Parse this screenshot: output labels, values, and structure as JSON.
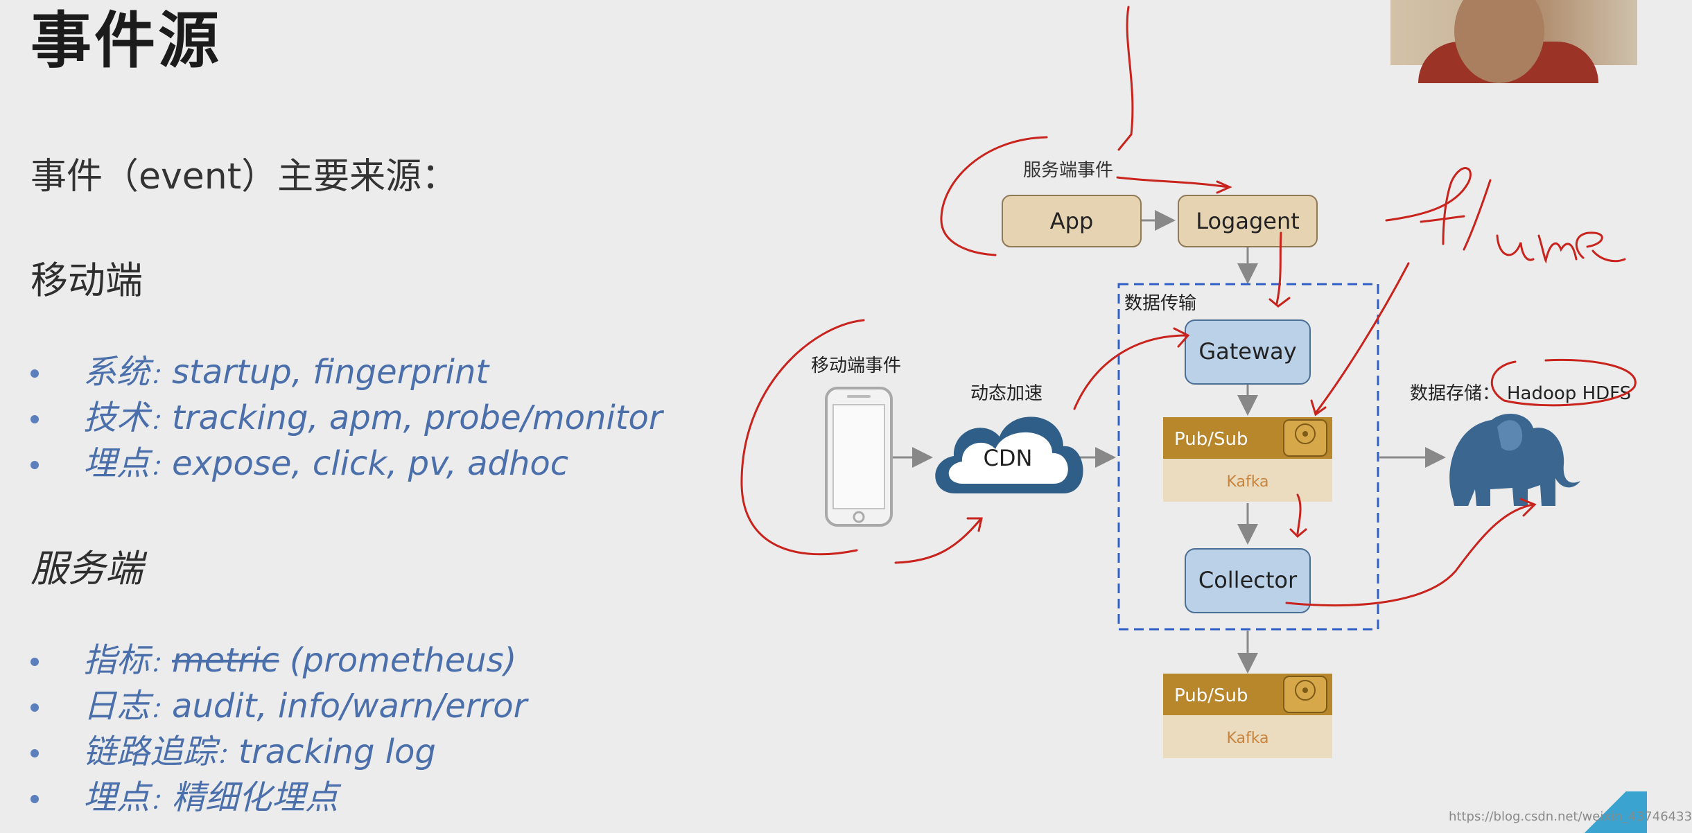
{
  "slide": {
    "title": "事件源",
    "subtitle": "事件（event）主要来源：",
    "mobile": {
      "heading": "移动端",
      "items": [
        {
          "key": "系统",
          "sep": "：",
          "value": "startup, fingerprint"
        },
        {
          "key": "技术",
          "sep": "：",
          "value": "tracking, apm, probe/monitor"
        },
        {
          "key": "埋点",
          "sep": "：",
          "value": "expose, click, pv, adhoc"
        }
      ]
    },
    "server": {
      "heading": "服务端",
      "items": [
        {
          "key": "指标",
          "sep": "：",
          "value_struck": "metric",
          "value": " (prometheus)"
        },
        {
          "key": "日志",
          "sep": "：",
          "value": "audit, info/warn/error"
        },
        {
          "key": "链路追踪",
          "sep": "：",
          "value": "tracking log"
        },
        {
          "key": "埋点",
          "sep": "：",
          "value": "精细化埋点"
        }
      ]
    }
  },
  "diagram": {
    "server_event_label": "服务端事件",
    "app_label": "App",
    "logagent_label": "Logagent",
    "transport_label": "数据传输",
    "gateway_label": "Gateway",
    "pubsub_label": "Pub/Sub",
    "kafka_label": "Kafka",
    "collector_label": "Collector",
    "pubsub2_label": "Pub/Sub",
    "kafka2_label": "Kafka",
    "mobile_event_label": "移动端事件",
    "cdn_caption": "动态加速",
    "cdn_label": "CDN",
    "storage_label": "数据存储：",
    "hdfs_label": "Hadoop HDFS",
    "handwritten_note": "flume"
  },
  "watermark": "https://blog.csdn.net/weixin_43746433",
  "colors": {
    "tan_box": "#e6d3b1",
    "blue_box": "#bad1e8",
    "pubsub_header": "#b8862b",
    "kafka_body": "#ebdcc0",
    "cdn_blue": "#2f5f88",
    "elephant": "#3b6690",
    "ink_red": "#c8231d",
    "dashed_blue": "#2f5fc4",
    "bullet_text": "#4a6fab"
  }
}
